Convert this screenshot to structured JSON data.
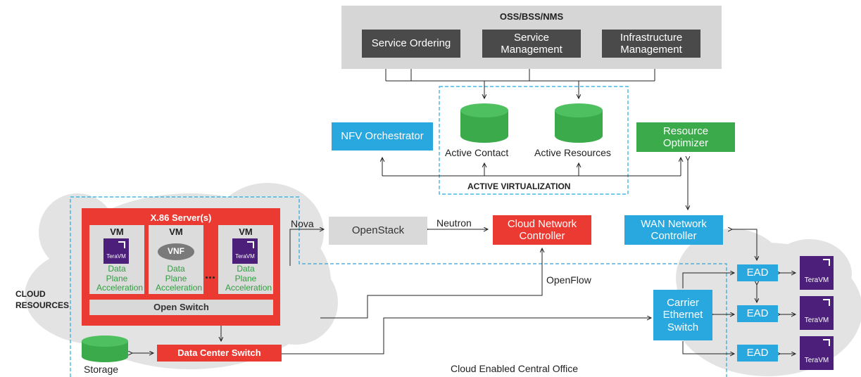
{
  "oss": {
    "title": "OSS/BSS/NMS",
    "service_ordering": "Service Ordering",
    "service_management": "Service Management",
    "infrastructure_management": "Infrastructure Management"
  },
  "active": {
    "contact": "Active Contact",
    "resources": "Active Resources",
    "virtualization": "ACTIVE VIRTUALIZATION"
  },
  "nfv_orchestrator": "NFV Orchestrator",
  "resource_optimizer": "Resource Optimizer",
  "server": {
    "title": "X.86 Server(s)",
    "vm_label": "VM",
    "vnf": "VNF",
    "acceleration": "Data Plane Acceleration",
    "ellipsis": "...",
    "open_switch": "Open Switch"
  },
  "teravm": "TeraVM",
  "nova": "Nova",
  "openstack": "OpenStack",
  "neutron": "Neutron",
  "cloud_network_controller": "Cloud Network Controller",
  "wan_network_controller": "WAN Network Controller",
  "openflow": "OpenFlow",
  "cloud_resources": "CLOUD RESOURCES",
  "storage": "Storage",
  "data_center_switch": "Data Center Switch",
  "carrier_switch": "Carrier Ethernet Switch",
  "ead": "EAD",
  "central_office": "Cloud Enabled Central Office",
  "colors": {
    "blue": "#29a7df",
    "green": "#3aaa4a",
    "red": "#ea3a32",
    "dark": "#4a4a4a",
    "grey": "#d9d9d9",
    "purple": "#4b1f7a"
  }
}
